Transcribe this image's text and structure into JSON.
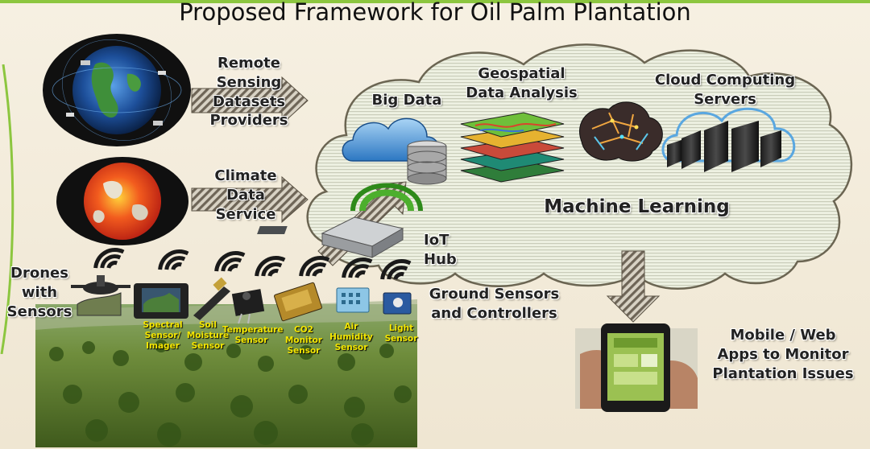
{
  "title": "Proposed Framework for Oil Palm Plantation",
  "remote_sensing": [
    "Remote",
    "Sensing",
    "Datasets",
    "Providers"
  ],
  "climate": [
    "Climate",
    "Data",
    "Service"
  ],
  "big_data": "Big Data",
  "geospatial": [
    "Geospatial",
    "Data Analysis"
  ],
  "cloud_computing": [
    "Cloud Computing",
    "Servers"
  ],
  "machine_learning": "Machine Learning",
  "iot_hub": [
    "IoT",
    "Hub"
  ],
  "ground_sensors": [
    "Ground Sensors",
    "and Controllers"
  ],
  "drones": [
    "Drones",
    "with",
    "Sensors"
  ],
  "mobile": [
    "Mobile / Web",
    "Apps  to Monitor",
    "Plantation Issues"
  ],
  "sensors": {
    "spectral": [
      "Spectral",
      "Sensor/",
      "Imager"
    ],
    "soil": [
      "Soil",
      "Moisture",
      "Sensor"
    ],
    "temperature": [
      "Temperature",
      "Sensor"
    ],
    "co2": [
      "CO2",
      "Monitor",
      "Sensor"
    ],
    "air": [
      "Air",
      "Humidity",
      "Sensor"
    ],
    "light": [
      "Light",
      "Sensor"
    ]
  },
  "colors": {
    "accent_green": "#8cc63f",
    "sensor_label": "#f4e600",
    "cloud_fill": "#e6ecd6",
    "arrow_stripe": "#7a7060"
  }
}
